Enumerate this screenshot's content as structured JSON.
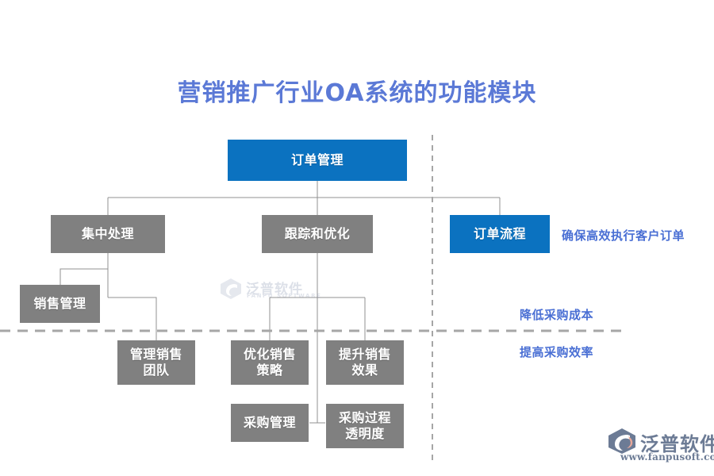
{
  "page": {
    "title": "营销推广行业OA系统的功能模块",
    "background": "#ffffff",
    "title_color": "#5B79D6",
    "accent_blue": "#0B72C0",
    "node_gray": "#808080",
    "caption_color": "#4A6FD4",
    "line_color": "#909090",
    "dashed_color": "#A6A6A6"
  },
  "nodes": {
    "root": {
      "label": "订单管理",
      "style": "blue"
    },
    "level2": [
      {
        "label": "集中处理",
        "style": "gray"
      },
      {
        "label": "跟踪和优化",
        "style": "gray"
      },
      {
        "label": "订单流程",
        "style": "blue"
      }
    ],
    "level3": [
      {
        "label": "销售管理",
        "style": "gray"
      }
    ],
    "level4": [
      {
        "label": "管理销售\n团队",
        "style": "gray"
      },
      {
        "label": "优化销售\n策略",
        "style": "gray"
      },
      {
        "label": "提升销售\n效果",
        "style": "gray"
      }
    ],
    "level5": [
      {
        "label": "采购管理",
        "style": "gray"
      },
      {
        "label": "采购过程\n透明度",
        "style": "gray"
      }
    ]
  },
  "captions": [
    {
      "text": "确保高效执行客户订单"
    },
    {
      "text": "降低采购成本"
    },
    {
      "text": "提高采购效率"
    }
  ],
  "watermark": {
    "center_cn": "泛普软件",
    "center_en": "FANPU SOFTWARE"
  },
  "logo": {
    "name_cn": "泛普软件",
    "url": "www.fanpusoft.com"
  }
}
